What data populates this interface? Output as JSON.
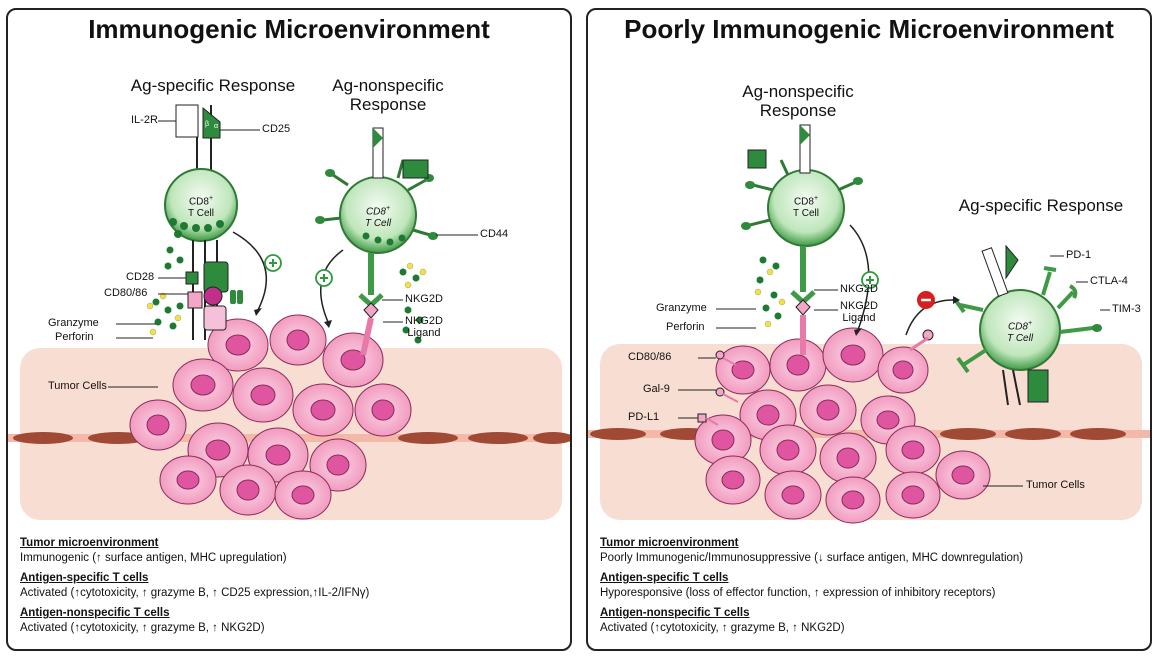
{
  "left": {
    "title": "Immunogenic Microenvironment",
    "ag_specific_title": "Ag-specific Response",
    "ag_nonspecific_title_1": "Ag-nonspecific",
    "ag_nonspecific_title_2": "Response",
    "labels": {
      "il2r": "IL-2R",
      "cd25": "CD25",
      "cd28": "CD28",
      "cd80": "CD80/86",
      "granzyme": "Granzyme",
      "perforin": "Perforin",
      "tumor": "Tumor Cells",
      "cd44": "CD44",
      "nkg2d": "NKG2D",
      "nkg2d_ligand_1": "NKG2D",
      "nkg2d_ligand_2": "Ligand",
      "tcell_1": "CD8",
      "tcell_2": "T Cell",
      "tcell_sup": "+",
      "receptor_beta": "β",
      "receptor_alpha": "α",
      "plus": "+"
    },
    "legend": {
      "h1": "Tumor microenvironment",
      "t1": "Immunogenic (↑ surface antigen, MHC upregulation)",
      "h2": "Antigen-specific T cells",
      "t2": "Activated (↑cytotoxicity, ↑ grazyme B, ↑ CD25 expression,↑IL-2/IFNγ)",
      "h3": "Antigen-nonspecific T cells",
      "t3": "Activated (↑cytotoxicity, ↑ grazyme B, ↑ NKG2D)"
    }
  },
  "right": {
    "title": "Poorly Immunogenic Microenvironment",
    "ag_nonspecific_title_1": "Ag-nonspecific",
    "ag_nonspecific_title_2": "Response",
    "ag_specific_title": "Ag-specific Response",
    "labels": {
      "granzyme": "Granzyme",
      "perforin": "Perforin",
      "nkg2d": "NKG2D",
      "nkg2d_ligand_1": "NKG2D",
      "nkg2d_ligand_2": "Ligand",
      "cd80": "CD80/86",
      "gal9": "Gal-9",
      "pdl1": "PD-L1",
      "pd1": "PD-1",
      "ctla4": "CTLA-4",
      "tim3": "TIM-3",
      "tumor": "Tumor Cells",
      "tcell_1": "CD8",
      "tcell_2": "T Cell",
      "tcell_sup": "+",
      "plus": "+",
      "minus": "−"
    },
    "legend": {
      "h1": "Tumor microenvironment",
      "t1": "Poorly Immunogenic/Immunosuppressive (↓ surface antigen, MHC downregulation)",
      "h2": "Antigen-specific T cells",
      "t2": "Hyporesponsive (loss of effector function, ↑ expression of inhibitory receptors)",
      "h3": "Antigen-nonspecific T cells",
      "t3": "Activated (↑cytotoxicity, ↑ grazyme B, ↑ NKG2D)"
    }
  },
  "colors": {
    "tcell_green": "#2e8b3e",
    "tcell_light": "#e6f5e6",
    "tumor_pink": "#f4a6c8",
    "tumor_nucleus": "#e055a0",
    "stroma": "#f8dcd2",
    "vessel": "#a8503c",
    "granzyme_dot": "#1e7a32",
    "perforin_dot": "#f2e23a",
    "plus_green": "#2e9a3e",
    "minus_red": "#d62020"
  }
}
